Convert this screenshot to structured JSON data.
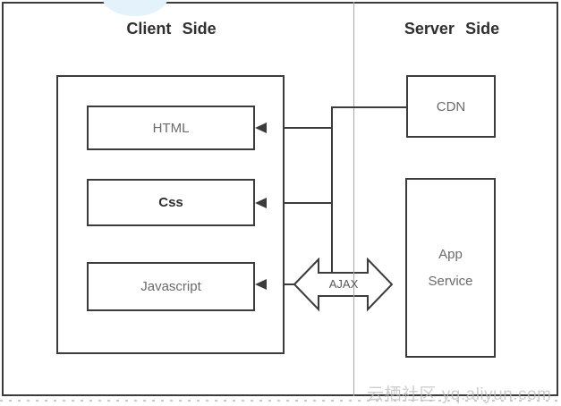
{
  "diagram": {
    "client": {
      "title": "Client Side",
      "boxes": [
        {
          "label": "HTML"
        },
        {
          "label": "Css"
        },
        {
          "label": "Javascript"
        }
      ]
    },
    "server": {
      "title": "Server Side",
      "cdn": {
        "label": "CDN"
      },
      "app_service": {
        "line1": "App",
        "line2": "Service"
      }
    },
    "connector": {
      "ajax_label": "AJAX"
    }
  },
  "watermark": {
    "text": "云栖社区 yq.aliyun.com"
  },
  "colors": {
    "shape_border": "#3c3c3c",
    "divider": "#a9a9a9",
    "label_text": "#6a6a6a",
    "emphasis_text": "#2f2f2f",
    "ellipse_fill": "#e4f2fb",
    "watermark_text": "#bebebe",
    "background": "#ffffff"
  }
}
